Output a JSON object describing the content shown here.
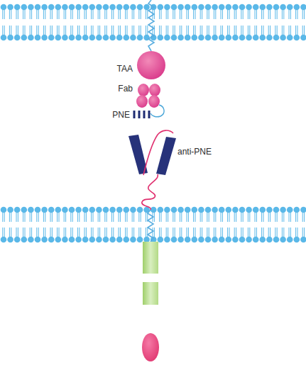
{
  "diagram": {
    "labels": [
      "TAA",
      "Fab",
      "PNE",
      "anti-PNE"
    ]
  }
}
